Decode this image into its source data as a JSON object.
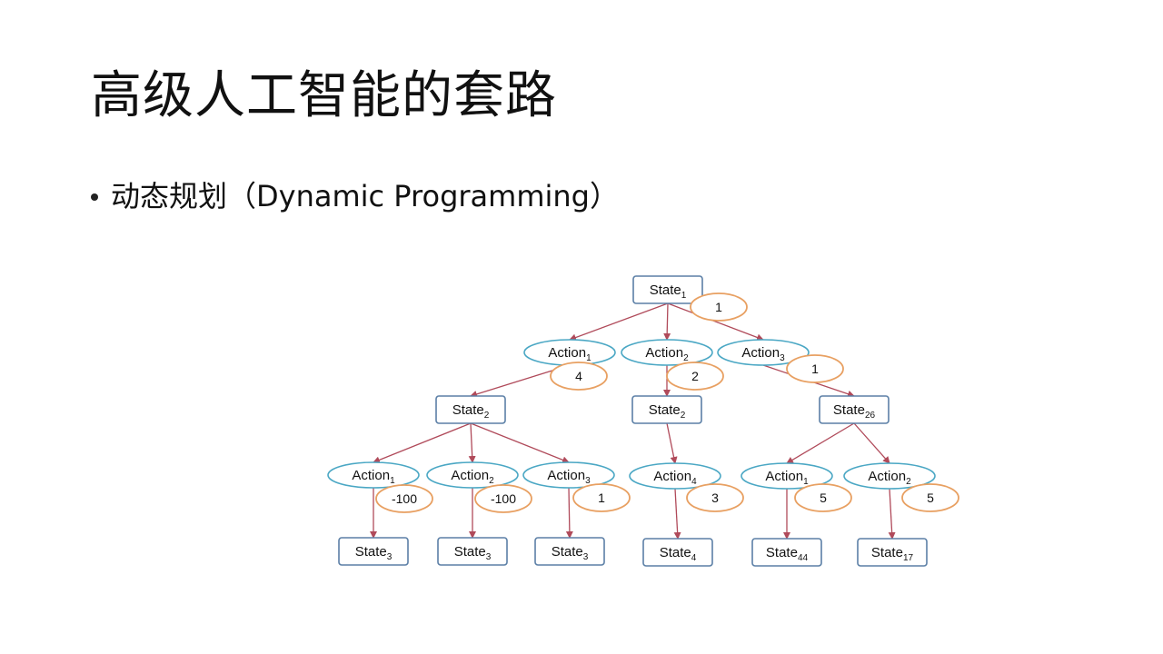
{
  "slide": {
    "title": "高级人工智能的套路",
    "bullet": "动态规划（Dynamic Programming）"
  },
  "colors": {
    "state_border": "#5b7fa6",
    "action_border": "#4aa7c4",
    "reward_border": "#e8a062",
    "edge": "#b04a5a"
  },
  "diagram": {
    "nodes": [
      {
        "id": "s1",
        "kind": "state",
        "text": "State",
        "sub": "1"
      },
      {
        "id": "a1",
        "kind": "action",
        "text": "Action",
        "sub": "1"
      },
      {
        "id": "a2",
        "kind": "action",
        "text": "Action",
        "sub": "2"
      },
      {
        "id": "a3",
        "kind": "action",
        "text": "Action",
        "sub": "3"
      },
      {
        "id": "s2a",
        "kind": "state",
        "text": "State",
        "sub": "2"
      },
      {
        "id": "s2b",
        "kind": "state",
        "text": "State",
        "sub": "2"
      },
      {
        "id": "s26",
        "kind": "state",
        "text": "State",
        "sub": "26"
      },
      {
        "id": "a1b",
        "kind": "action",
        "text": "Action",
        "sub": "1"
      },
      {
        "id": "a2b",
        "kind": "action",
        "text": "Action",
        "sub": "2"
      },
      {
        "id": "a3b",
        "kind": "action",
        "text": "Action",
        "sub": "3"
      },
      {
        "id": "a4",
        "kind": "action",
        "text": "Action",
        "sub": "4"
      },
      {
        "id": "a1c",
        "kind": "action",
        "text": "Action",
        "sub": "1"
      },
      {
        "id": "a2c",
        "kind": "action",
        "text": "Action",
        "sub": "2"
      },
      {
        "id": "s3a",
        "kind": "state",
        "text": "State",
        "sub": "3"
      },
      {
        "id": "s3b",
        "kind": "state",
        "text": "State",
        "sub": "3"
      },
      {
        "id": "s3c",
        "kind": "state",
        "text": "State",
        "sub": "3"
      },
      {
        "id": "s4",
        "kind": "state",
        "text": "State",
        "sub": "4"
      },
      {
        "id": "s44",
        "kind": "state",
        "text": "State",
        "sub": "44"
      },
      {
        "id": "s17",
        "kind": "state",
        "text": "State",
        "sub": "17"
      }
    ],
    "rewards": [
      {
        "id": "r_s1",
        "value": "1"
      },
      {
        "id": "r_a1",
        "value": "4"
      },
      {
        "id": "r_a2",
        "value": "2"
      },
      {
        "id": "r_a3",
        "value": "1"
      },
      {
        "id": "r_a1b",
        "value": "-100"
      },
      {
        "id": "r_a2b",
        "value": "-100"
      },
      {
        "id": "r_a3b",
        "value": "1"
      },
      {
        "id": "r_a4",
        "value": "3"
      },
      {
        "id": "r_a1c",
        "value": "5"
      },
      {
        "id": "r_a2c",
        "value": "5"
      }
    ],
    "edges": [
      [
        "s1",
        "a1"
      ],
      [
        "s1",
        "a2"
      ],
      [
        "s1",
        "a3"
      ],
      [
        "a1",
        "s2a"
      ],
      [
        "a2",
        "s2b"
      ],
      [
        "a3",
        "s26"
      ],
      [
        "s2a",
        "a1b"
      ],
      [
        "s2a",
        "a2b"
      ],
      [
        "s2a",
        "a3b"
      ],
      [
        "s2b",
        "a4"
      ],
      [
        "s26",
        "a1c"
      ],
      [
        "s26",
        "a2c"
      ],
      [
        "a1b",
        "s3a"
      ],
      [
        "a2b",
        "s3b"
      ],
      [
        "a3b",
        "s3c"
      ],
      [
        "a4",
        "s4"
      ],
      [
        "a1c",
        "s44"
      ],
      [
        "a2c",
        "s17"
      ]
    ]
  }
}
